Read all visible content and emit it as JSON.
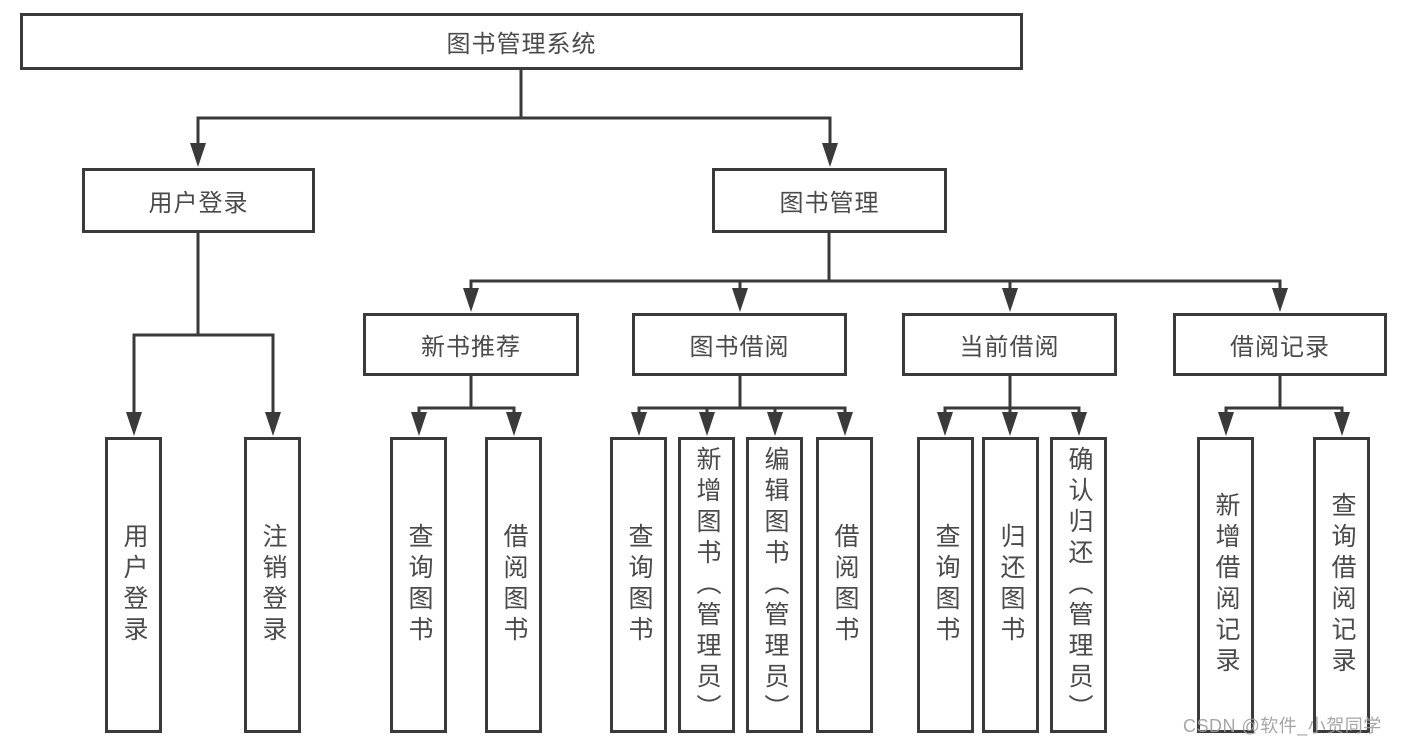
{
  "nodes": {
    "root": "图书管理系统",
    "level2": [
      {
        "label": "用户登录"
      },
      {
        "label": "图书管理"
      }
    ],
    "level3": [
      {
        "label": "新书推荐"
      },
      {
        "label": "图书借阅"
      },
      {
        "label": "当前借阅"
      },
      {
        "label": "借阅记录"
      }
    ],
    "leaves": [
      {
        "label": "用户登录"
      },
      {
        "label": "注销登录"
      },
      {
        "label": "查询图书"
      },
      {
        "label": "借阅图书"
      },
      {
        "label": "查询图书"
      },
      {
        "label": "新增图书（管理员）"
      },
      {
        "label": "编辑图书（管理员）"
      },
      {
        "label": "借阅图书"
      },
      {
        "label": "查询图书"
      },
      {
        "label": "归还图书"
      },
      {
        "label": "确认归还（管理员）"
      },
      {
        "label": "新增借阅记录"
      },
      {
        "label": "查询借阅记录"
      }
    ]
  },
  "hierarchy": [
    {
      "parent": "图书管理系统",
      "children": [
        "用户登录",
        "图书管理"
      ]
    },
    {
      "parent": "用户登录",
      "children": [
        "用户登录",
        "注销登录"
      ]
    },
    {
      "parent": "图书管理",
      "children": [
        "新书推荐",
        "图书借阅",
        "当前借阅",
        "借阅记录"
      ]
    },
    {
      "parent": "新书推荐",
      "children": [
        "查询图书",
        "借阅图书"
      ]
    },
    {
      "parent": "图书借阅",
      "children": [
        "查询图书",
        "新增图书（管理员）",
        "编辑图书（管理员）",
        "借阅图书"
      ]
    },
    {
      "parent": "当前借阅",
      "children": [
        "查询图书",
        "归还图书",
        "确认归还（管理员）"
      ]
    },
    {
      "parent": "借阅记录",
      "children": [
        "新增借阅记录",
        "查询借阅记录"
      ]
    }
  ],
  "watermark": "CSDN @软件_小贺同学",
  "colors": {
    "line": "#3a3a3a",
    "box_border": "#3a3a3a",
    "text": "#4a4a4a",
    "watermark": "#9e9e9e",
    "background": "#ffffff"
  }
}
